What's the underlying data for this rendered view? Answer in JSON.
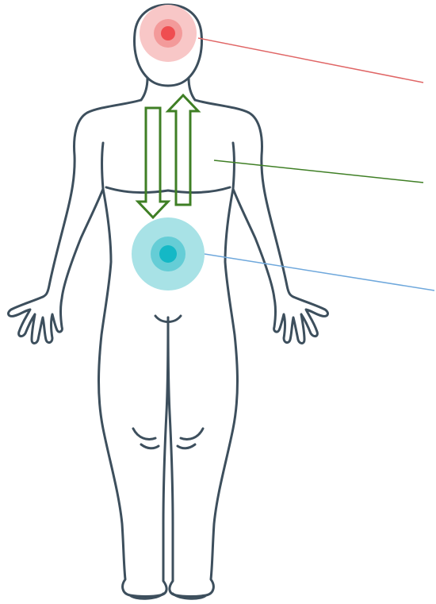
{
  "diagram": {
    "colors": {
      "outline": "#3d4f5d",
      "head_marker_outer": "#f8c7c7",
      "head_marker_mid": "#f39a9a",
      "head_marker_core": "#ef4d50",
      "head_leader": "#e06666",
      "arrow": "#3f7f25",
      "chest_leader": "#3f7f25",
      "gut_marker_outer": "#a8e2e6",
      "gut_marker_mid": "#65cdd6",
      "gut_marker_core": "#14b8c6",
      "gut_leader": "#6fa8dc"
    },
    "icons": {
      "figure": "human-body-outline",
      "head_marker": "brain-target-marker",
      "gut_marker": "gut-target-marker",
      "arrows": "bidirectional-arrows"
    }
  }
}
